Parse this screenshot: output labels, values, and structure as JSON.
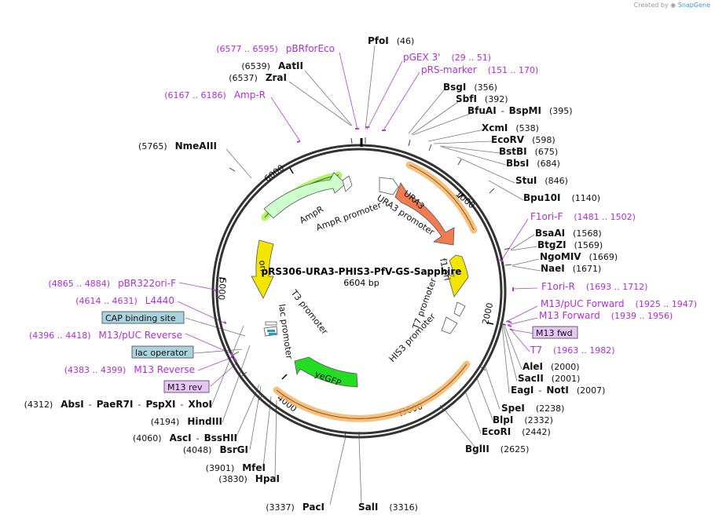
{
  "credit": {
    "prefix": "Created by",
    "brand": "SnapGene"
  },
  "plasmid": {
    "name": "pRS306-URA3-PHIS3-PfV-GS-Sapphire",
    "length_label": "6604 bp"
  },
  "ticks": [
    {
      "label": "1000"
    },
    {
      "label": "2000"
    },
    {
      "label": "3000"
    },
    {
      "label": "4000"
    },
    {
      "label": "5000"
    },
    {
      "label": "6000"
    }
  ],
  "features": [
    {
      "label": "URA3",
      "color": "#f47a50"
    },
    {
      "label": "URA3 promoter",
      "color": "#ffffff"
    },
    {
      "label": "f1 ori",
      "color": "#f2e600"
    },
    {
      "label": "T7 promoter",
      "color": "#ffffff"
    },
    {
      "label": "HIS3 promoter",
      "color": "#ffffff"
    },
    {
      "label": "yeGFP",
      "color": "#22dd22"
    },
    {
      "label": "T3 promoter",
      "color": "#ffffff"
    },
    {
      "label": "lac promoter",
      "color": "#ffffff"
    },
    {
      "label": "ori",
      "color": "#f2e600"
    },
    {
      "label": "AmpR",
      "color": "#ccffcc"
    },
    {
      "label": "AmpR promoter",
      "color": "#ffffff"
    }
  ],
  "sites_right": [
    {
      "name": "PfoI",
      "pos": "(46)"
    },
    {
      "name": "BsgI",
      "pos": "(356)"
    },
    {
      "name": "SbfI",
      "pos": "(392)"
    },
    {
      "name": "BfuAI",
      "name2": "BspMI",
      "pos": "(395)"
    },
    {
      "name": "XcmI",
      "pos": "(538)"
    },
    {
      "name": "EcoRV",
      "pos": "(598)"
    },
    {
      "name": "BstBI",
      "pos": "(675)"
    },
    {
      "name": "BbsI",
      "pos": "(684)"
    },
    {
      "name": "StuI",
      "pos": "(846)"
    },
    {
      "name": "Bpu10I",
      "pos": "(1140)"
    },
    {
      "name": "BsaAI",
      "pos": "(1568)"
    },
    {
      "name": "BtgZI",
      "pos": "(1569)"
    },
    {
      "name": "NgoMIV",
      "pos": "(1669)"
    },
    {
      "name": "NaeI",
      "pos": "(1671)"
    },
    {
      "name": "AleI",
      "pos": "(2000)"
    },
    {
      "name": "SacII",
      "pos": "(2001)"
    },
    {
      "name": "EagI",
      "name2": "NotI",
      "pos": "(2007)"
    },
    {
      "name": "SpeI",
      "pos": "(2238)"
    },
    {
      "name": "BlpI",
      "pos": "(2332)"
    },
    {
      "name": "EcoRI",
      "pos": "(2442)"
    },
    {
      "name": "BglII",
      "pos": "(2625)"
    },
    {
      "name": "SalI",
      "pos": "(3316)"
    }
  ],
  "sites_left": [
    {
      "name": "AatII",
      "pos": "(6539)"
    },
    {
      "name": "ZraI",
      "pos": "(6537)"
    },
    {
      "name": "NmeAIII",
      "pos": "(5765)"
    },
    {
      "name": "AbsI",
      "name2": "PaeR7I",
      "name3": "PspXI",
      "name4": "XhoI",
      "pos": "(4312)"
    },
    {
      "name": "HindIII",
      "pos": "(4194)"
    },
    {
      "name": "AscI",
      "name2": "BssHII",
      "pos": "(4060)"
    },
    {
      "name": "BsrGI",
      "pos": "(4048)"
    },
    {
      "name": "MfeI",
      "pos": "(3901)"
    },
    {
      "name": "HpaI",
      "pos": "(3830)"
    },
    {
      "name": "PacI",
      "pos": "(3337)"
    }
  ],
  "primers": [
    {
      "name": "pBRforEco",
      "pos": "(6577 .. 6595)"
    },
    {
      "name": "pGEX 3'",
      "pos": "(29 .. 51)"
    },
    {
      "name": "pRS-marker",
      "pos": "(151 .. 170)"
    },
    {
      "name": "Amp-R",
      "pos": "(6167 .. 6186)"
    },
    {
      "name": "F1ori-F",
      "pos": "(1481 .. 1502)"
    },
    {
      "name": "F1ori-R",
      "pos": "(1693 .. 1712)"
    },
    {
      "name": "M13/pUC Forward",
      "pos": "(1925 .. 1947)"
    },
    {
      "name": "M13 Forward",
      "pos": "(1939 .. 1956)"
    },
    {
      "name": "T7",
      "pos": "(1963 .. 1982)"
    },
    {
      "name": "pBR322ori-F",
      "pos": "(4865 .. 4884)"
    },
    {
      "name": "L4440",
      "pos": "(4614 .. 4631)"
    },
    {
      "name": "M13/pUC Reverse",
      "pos": "(4396 .. 4418)"
    },
    {
      "name": "M13 Reverse",
      "pos": "(4383 .. 4399)"
    }
  ],
  "boxed_labels": [
    {
      "text": "M13 fwd",
      "color": "#e7c6f7"
    },
    {
      "text": "CAP binding site",
      "color": "#a9d3df"
    },
    {
      "text": "lac operator",
      "color": "#a9d3df"
    },
    {
      "text": "M13 rev",
      "color": "#e7c6f7"
    }
  ]
}
